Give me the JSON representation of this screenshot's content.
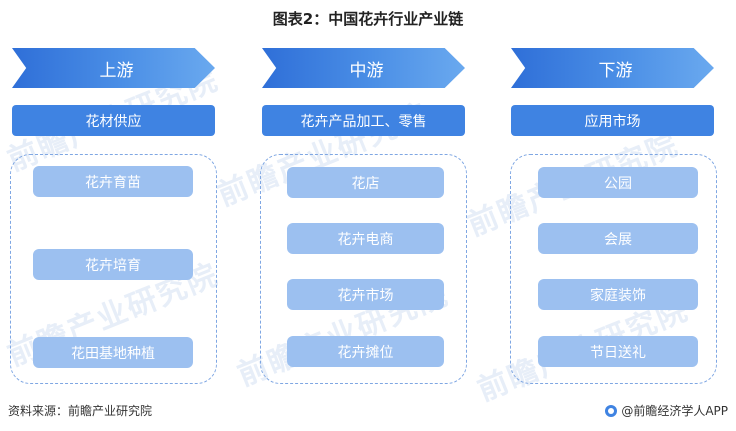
{
  "title": "图表2：中国花卉行业产业链",
  "watermark": "前瞻产业研究院",
  "stages": [
    {
      "arrow": "上游",
      "label": "花材供应",
      "items": [
        "花卉育苗",
        "花卉培育",
        "花田基地种植"
      ]
    },
    {
      "arrow": "中游",
      "label": "花卉产品加工、零售",
      "items": [
        "花店",
        "花卉电商",
        "花卉市场",
        "花卉摊位"
      ]
    },
    {
      "arrow": "下游",
      "label": "应用市场",
      "items": [
        "公园",
        "会展",
        "家庭装饰",
        "节日送礼"
      ]
    }
  ],
  "footer": {
    "source": "资料来源：前瞻产业研究院",
    "brand": "@前瞻经济学人APP"
  },
  "colors": {
    "arrow": "#3f83e2",
    "label": "#3f83e2",
    "pill": "#9cc0f0",
    "dashed_border": "#7fa7e3"
  }
}
